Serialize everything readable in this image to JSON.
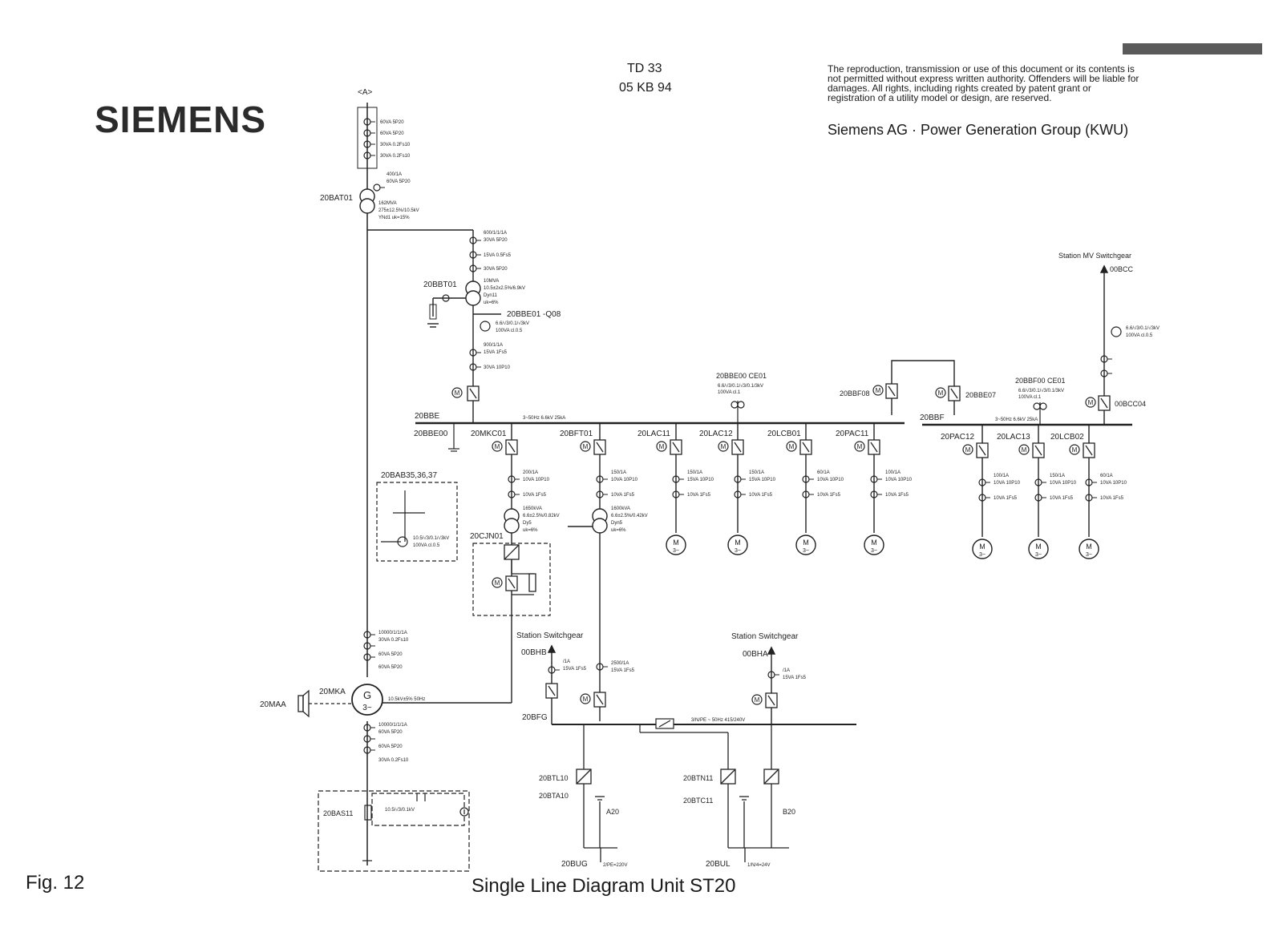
{
  "header": {
    "brand": "SIEMENS",
    "doc_code_1": "TD 33",
    "doc_code_2": "05 KB 94",
    "notice": "The reproduction, transmission or use of this document or its contents is not permitted without express written authority. Offenders will be liable for damages. All rights, including rights created by patent grant or registration of a utility model or design, are reserved.",
    "company": "Siemens AG · Power Generation Group (KWU)"
  },
  "footer": {
    "figure": "Fig. 12",
    "caption": "Single Line Diagram Unit ST20"
  },
  "labels": {
    "a_marker": "<A>",
    "bat01": "20BAT01",
    "bbt01": "20BBT01",
    "bbe01": "20BBE01 -Q08",
    "bbe": "20BBE",
    "bbe00": "20BBE00",
    "bbe_bus": "3~50Hz 6.6kV 25kA",
    "bbe00_ce": "20BBE00 CE01",
    "bbf08": "20BBF08",
    "bbe07": "20BBE07",
    "bbf00_ce": "20BBF00 CE01",
    "bbf": "20BBF",
    "bbf_bus": "3~50Hz 6.6kV 25kA",
    "station_mv": "Station MV Switchgear",
    "bcc": "00BCC",
    "bcc04": "00BCC04",
    "mkc01": "20MKC01",
    "bft01": "20BFT01",
    "lac11": "20LAC11",
    "lac12": "20LAC12",
    "lcb01": "20LCB01",
    "pac11": "20PAC11",
    "pac12": "20PAC12",
    "lac13": "20LAC13",
    "lcb02": "20LCB02",
    "bab": "20BAB35,36,37",
    "ccj": "20CJN01",
    "station_sw_1": "Station Switchgear",
    "bhb": "00BHB",
    "station_sw_2": "Station Switchgear",
    "bha": "00BHA",
    "mka": "20MKA",
    "maa": "20MAA",
    "bfg": "20BFG",
    "btl10": "20BTL10",
    "bta10": "20BTA10",
    "a20": "A20",
    "btn11": "20BTN11",
    "btc11": "20BTC11",
    "b20": "B20",
    "bug": "20BUG",
    "bul": "20BUL",
    "bas11": "20BAS11",
    "gen_g": "G",
    "gen_3": "3~",
    "motor_m": "M",
    "motor_3": "3~",
    "ct_bat_1": "60VA 5P20",
    "ct_bat_2": "60VA 5P20",
    "ct_bat_3": "30VA 0.2Fs10",
    "ct_bat_4": "30VA 0.2Fs10",
    "ct_bat_5": "400/1A",
    "ct_bat_6": "60VA 5P20",
    "tr_bat_1": "162MVA",
    "tr_bat_2": "275±12.5%/10.5kV",
    "tr_bat_3": "YNd1 uk=15%",
    "ct_bbt_1": "600/1/1/1A",
    "ct_bbt_2": "30VA 5P20",
    "ct_bbt_3": "15VA 0.5Fs5",
    "ct_bbt_4": "30VA 5P20",
    "tr_bbt_1": "10MVA",
    "tr_bbt_2": "10.5±2x2.5%/6.9kV",
    "tr_bbt_3": "Dyn11",
    "tr_bbt_4": "uk=6%",
    "vt_bbe01_1": "6.6/√3/0.1/√3kV",
    "vt_bbe01_2": "100VA cl.0.5",
    "ct_bbt_5": "900/1/1A",
    "ct_bbt_6": "15VA 1Fs5",
    "ct_bbt_7": "30VA 10P10",
    "vt_ce_1": "6.6/√3/0.1/√3/0.1/3kV",
    "vt_ce_2": "100VA cl.1",
    "ct_mkc_1": "200/1A",
    "ct_mkc_2": "10VA 10P10",
    "ct_mkc_3": "10VA 1Fs5",
    "tr_mkc_1": "1650kVA",
    "tr_mkc_2": "6.6±2.5%/0.82kV",
    "tr_mkc_3": "Dy5",
    "tr_mkc_4": "uk=6%",
    "ct_bft_1": "150/1A",
    "ct_bft_2": "10VA 10P10",
    "ct_bft_3": "10VA 1Fs5",
    "tr_bft_1": "1600kVA",
    "tr_bft_2": "6.6±2.5%/0.42kV",
    "tr_bft_3": "Dyn5",
    "tr_bft_4": "uk=6%",
    "ct_lac11_1": "150/1A",
    "ct_lac11_2": "15VA 10P10",
    "ct_lac11_3": "10VA 1Fs5",
    "ct_lac12_1": "150/1A",
    "ct_lac12_2": "15VA 10P10",
    "ct_lac12_3": "10VA 1Fs5",
    "ct_lcb01_1": "60/1A",
    "ct_lcb01_2": "10VA 10P10",
    "ct_lcb01_3": "10VA 1Fs5",
    "ct_pac11_1": "100/1A",
    "ct_pac11_2": "10VA 10P10",
    "ct_pac11_3": "10VA 1Fs5",
    "ct_pac12_1": "100/1A",
    "ct_pac12_2": "10VA 10P10",
    "ct_pac12_3": "10VA 1Fs5",
    "ct_lac13_1": "150/1A",
    "ct_lac13_2": "10VA 10P10",
    "ct_lac13_3": "10VA 1Fs5",
    "ct_lcb02_1": "60/1A",
    "ct_lcb02_2": "10VA 10P10",
    "ct_lcb02_3": "10VA 1Fs5",
    "vt_bcc_1": "6.6/√3/0.1/√3kV",
    "vt_bcc_2": "100VA cl.0.5",
    "vt_bab_1": "10.5/√3/0.1/√3kV",
    "vt_bab_2": "100VA cl.0.5",
    "ct_gen_1": "10000/1/1/1A",
    "ct_gen_2": "30VA 0.2Fs10",
    "ct_gen_3": "60VA 5P20",
    "ct_gen_4": "60VA 5P20",
    "gen_rating": "10.5kV±5% 50Hz",
    "ct_gen_5": "10000/1/1/1A",
    "ct_gen_6": "60VA 5P20",
    "ct_gen_7": "60VA 5P20",
    "ct_gen_8": "30VA 0.2Fs10",
    "bas_rating": "10.5/√3/0.1kV",
    "ct_bhb_1": "/1A",
    "ct_bhb_2": "15VA 1Fs5",
    "ct_bhb_3": "2500/1A",
    "ct_bhb_4": "15VA 1Fs5",
    "ct_bha_1": "/1A",
    "ct_bha_2": "15VA 1Fs5",
    "lv_bus": "3/N/PE ~ 50Hz 415/240V",
    "bug_bus": "2/PE=220V",
    "bul_bus": "1/N/4=24V"
  }
}
